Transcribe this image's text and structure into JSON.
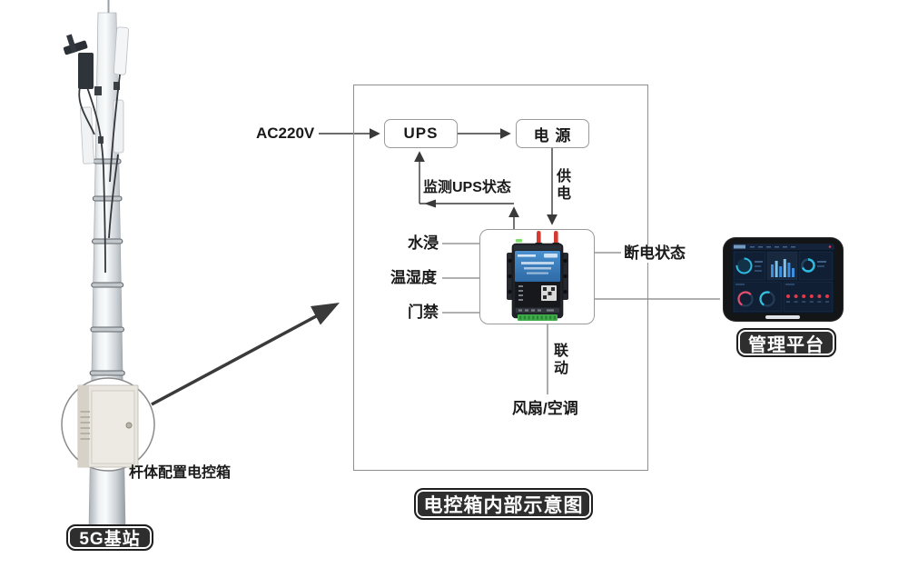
{
  "tower": {
    "badge": "5G基站",
    "callout": "杆体配置电控箱"
  },
  "diagram": {
    "caption": "电控箱内部示意图",
    "power_input": "AC220V",
    "ups_label": "UPS",
    "power_label": "电 源",
    "supply_label": "供电",
    "monitor_label": "监测UPS状态",
    "sensors": [
      {
        "label": "水浸"
      },
      {
        "label": "温湿度"
      },
      {
        "label": "门禁"
      }
    ],
    "power_off_label": "断电状态",
    "linkage_label": "联动",
    "fan_ac_label": "风扇/空调"
  },
  "platform": {
    "badge": "管理平台"
  },
  "colors": {
    "flow_line": "#3a3a3a",
    "plain_line": "#808080",
    "frame_border": "#8f8f8f",
    "badge_bg": "#2e2e2e",
    "device_blue": "#3f7fc1",
    "antenna_red": "#d43a2f",
    "terminal_green": "#3fae4a",
    "screen_navy": "#0c1522",
    "dashboard_cyan": "#2fb9e0",
    "dashboard_red": "#e6394a"
  }
}
